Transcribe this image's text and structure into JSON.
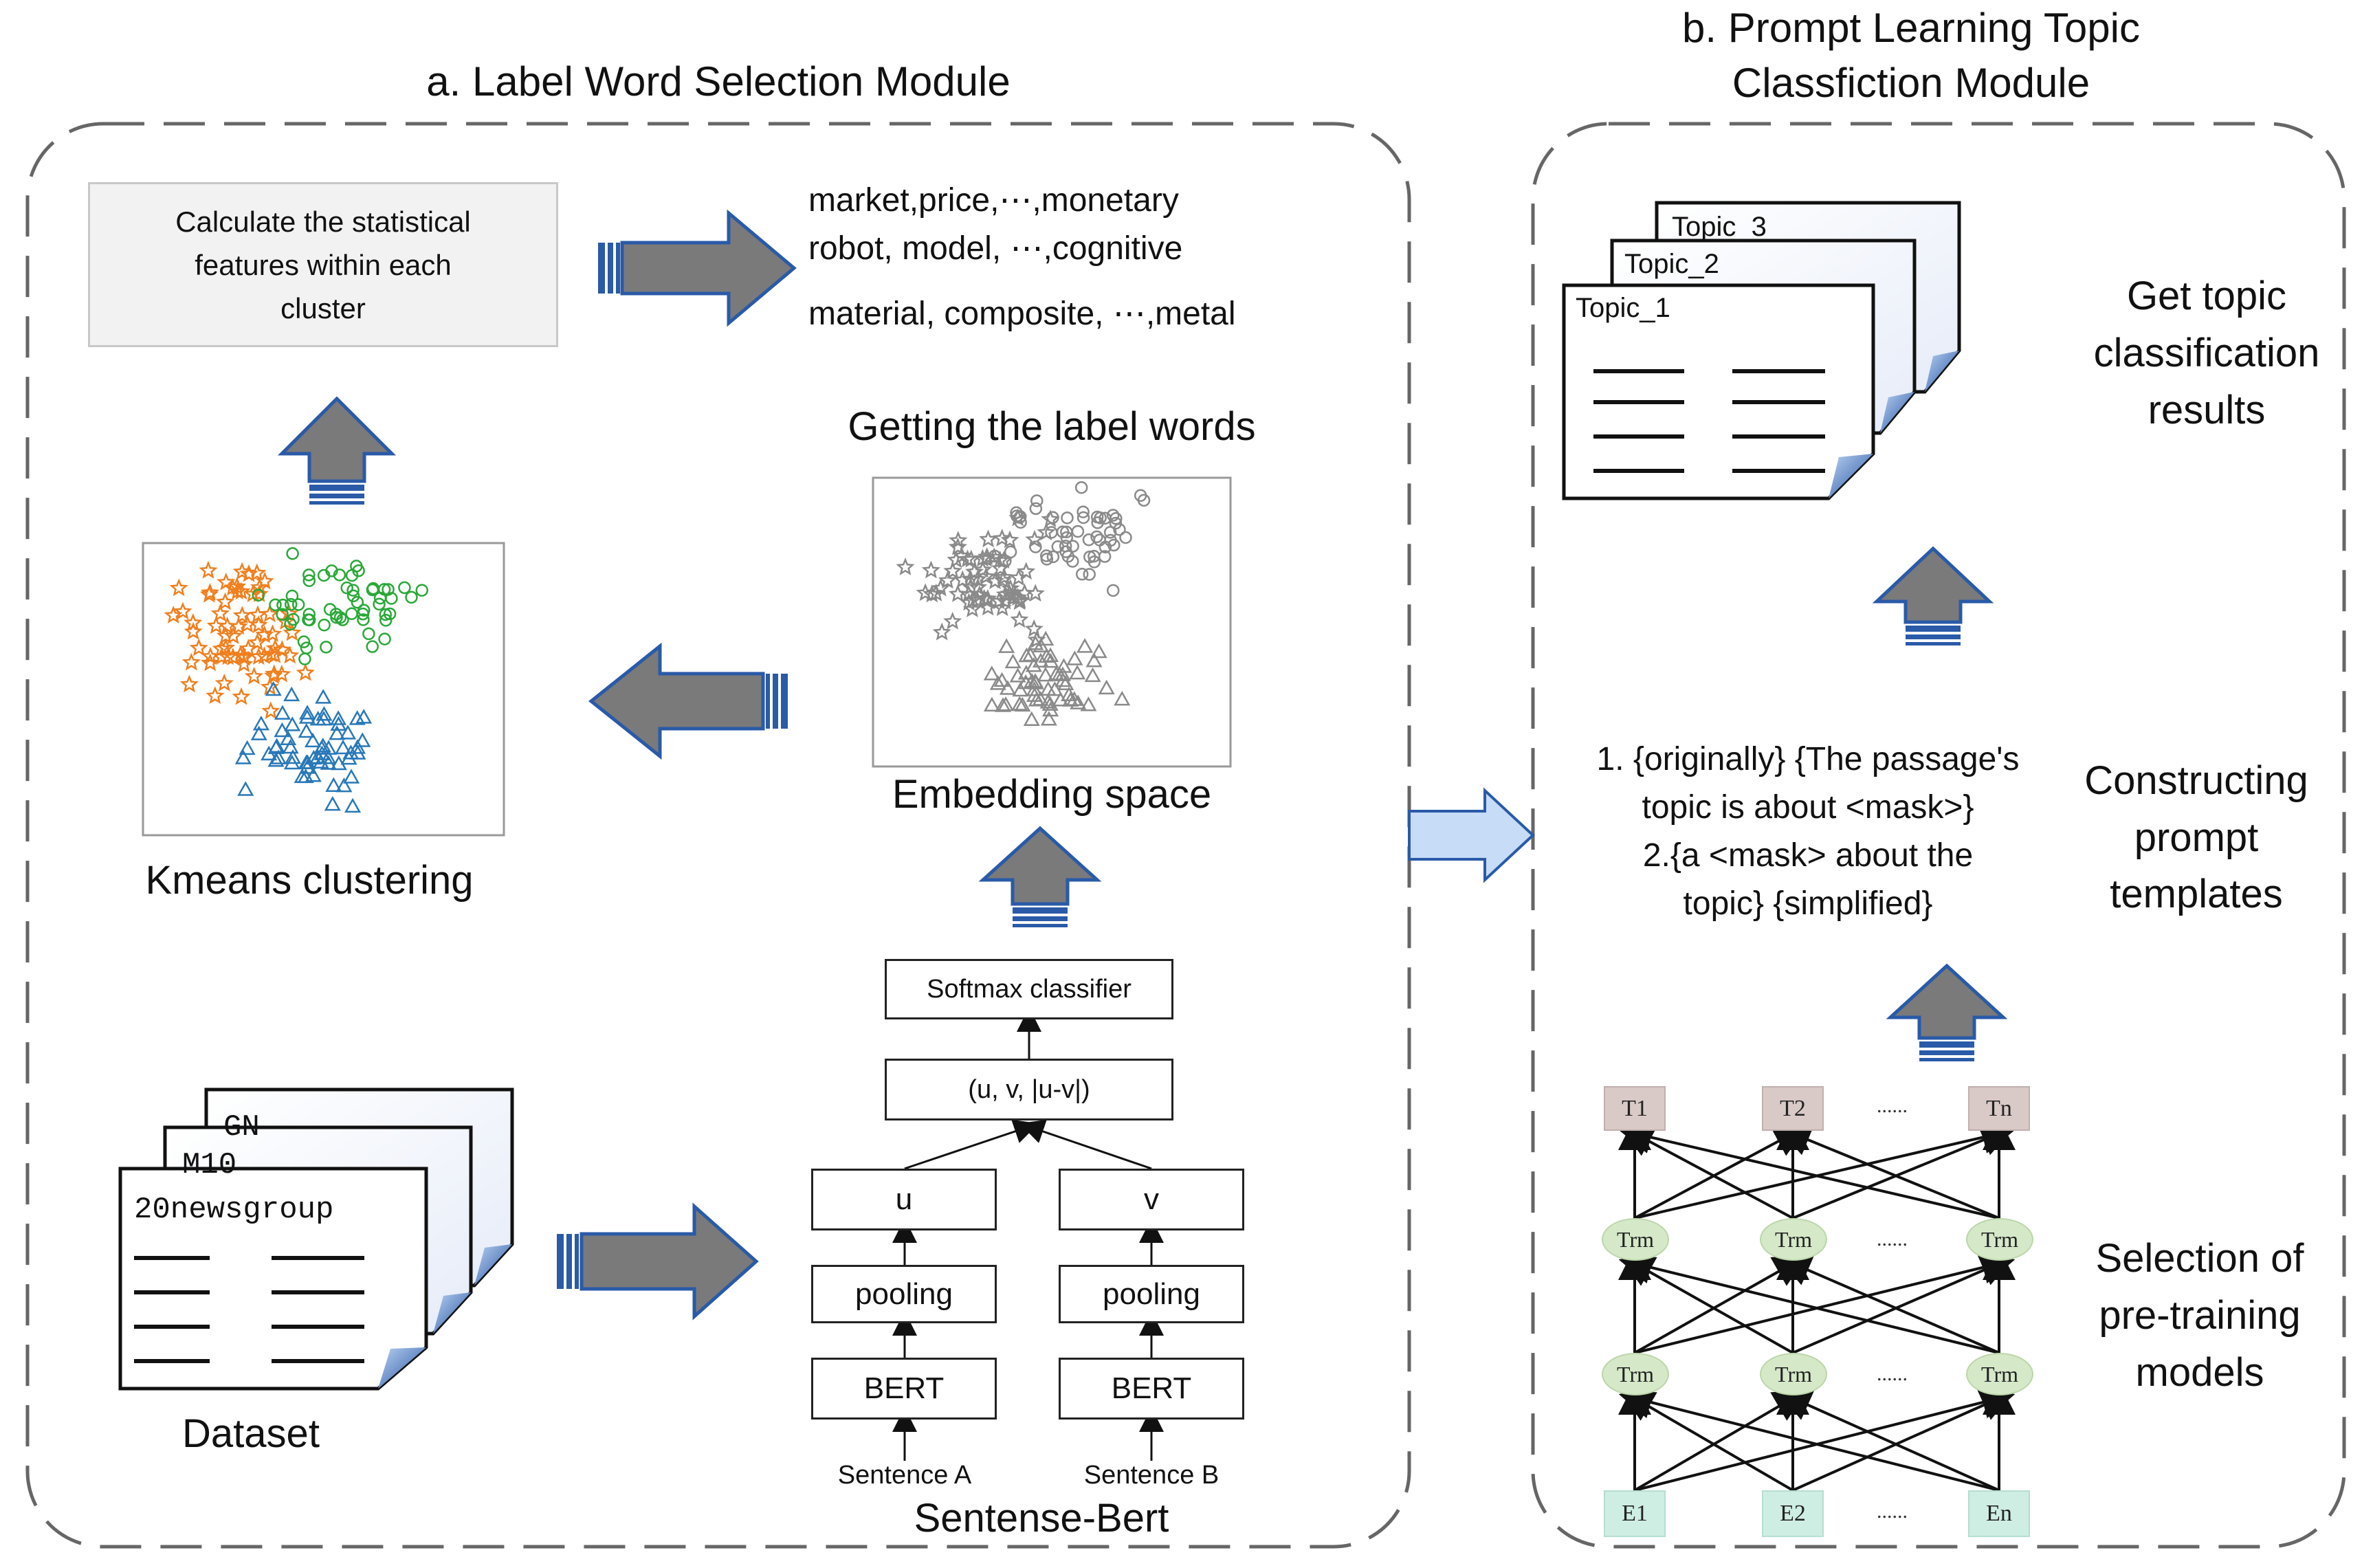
{
  "left_module": {
    "title": "a. Label Word Selection Module",
    "stats_box": "Calculate the statistical features within each cluster",
    "label_words": [
      "market,price,⋯,monetary",
      "robot, model, ⋯,cognitive",
      "material, composite, ⋯,metal"
    ],
    "getting_label_words": "Getting the label words",
    "embedding_space": "Embedding space",
    "kmeans": "Kmeans clustering",
    "dataset": "Dataset",
    "dataset_docs": [
      "GN",
      "M10",
      "20newsgroup"
    ],
    "sbert": {
      "title": "Sentense-Bert",
      "softmax": "Softmax classifier",
      "concat": "(u, v, |u-v|)",
      "u": "u",
      "v": "v",
      "pooling_a": "pooling",
      "pooling_b": "pooling",
      "bert_a": "BERT",
      "bert_b": "BERT",
      "sentence_a": "Sentence A",
      "sentence_b": "Sentence B"
    }
  },
  "right_module": {
    "title_line1": "b. Prompt Learning Topic",
    "title_line2": "Classfiction Module",
    "topics": [
      "Topic_3",
      "Topic_2",
      "Topic_1"
    ],
    "get_results": [
      "Get topic",
      "classification",
      "results"
    ],
    "templates": [
      "1. {originally} {The passage's",
      "topic is about <mask>}",
      "2.{a <mask> about the",
      "topic} {simplified}"
    ],
    "constructing": [
      "Constructing",
      "prompt",
      "templates"
    ],
    "selection": [
      "Selection of",
      "pre-training",
      "models"
    ],
    "network": {
      "top": [
        "T1",
        "T2",
        "Tn"
      ],
      "trm": "Trm",
      "bottom": [
        "E1",
        "E2",
        "En"
      ],
      "ellipsis": "......"
    }
  },
  "colors": {
    "arrow_gray": "#7a7a7a",
    "arrow_stripe": "#2a5aa8",
    "arrow_light": "#c6dcf7",
    "cluster_orange": "#f07f1e",
    "cluster_green": "#2aa838",
    "cluster_blue": "#2878b8",
    "embed_gray": "#8a8a8a"
  }
}
